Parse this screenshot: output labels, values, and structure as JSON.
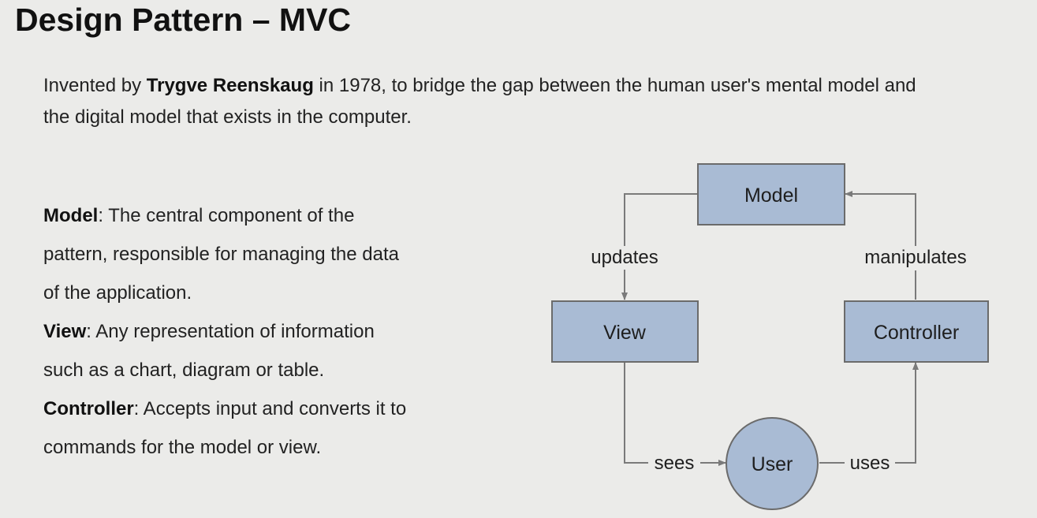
{
  "title": "Design Pattern – MVC",
  "intro": {
    "prefix": "Invented by ",
    "inventor": "Trygve Reenskaug",
    "line1_suffix": " in 1978, to bridge the gap between the human user's mental model and",
    "line2": "the digital model that exists in the computer."
  },
  "definitions": {
    "model": {
      "term": "Model",
      "line1": ": The central component of the",
      "line2": "pattern, responsible for managing the data",
      "line3": "of the application."
    },
    "view": {
      "term": "View",
      "line1": ": Any representation of information",
      "line2": "such as a chart, diagram or table."
    },
    "controller": {
      "term": "Controller",
      "line1": ": Accepts input and converts it to",
      "line2": "commands for the model or view."
    }
  },
  "diagram": {
    "nodes": {
      "model": "Model",
      "view": "View",
      "controller": "Controller",
      "user": "User"
    },
    "edges": {
      "updates": "updates",
      "manipulates": "manipulates",
      "sees": "sees",
      "uses": "uses"
    },
    "colors": {
      "node_fill": "#a9bbd4",
      "node_stroke": "#6b6b6b",
      "connector": "#7a7a7a",
      "background": "#ebebe9"
    }
  }
}
